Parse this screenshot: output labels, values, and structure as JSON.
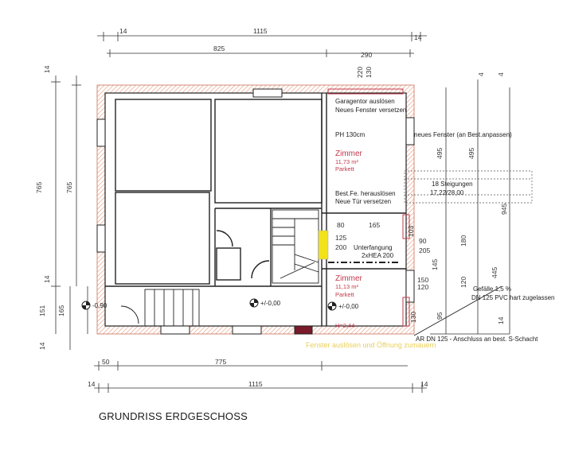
{
  "title": "GRUNDRISS ERDGESCHOSS",
  "dimensions": {
    "top_total": "1115",
    "top_left_wall": "14",
    "top_right_wall": "14",
    "top_left_part": "825",
    "top_right_part": "290",
    "top_small_1": "220",
    "top_small_2": "130",
    "bottom_left_small": "50",
    "bottom_mid": "775",
    "bottom_total": "1115",
    "bottom_left_wall": "14",
    "bottom_right_wall": "14",
    "left_outer_top": "14",
    "left_outer_765": "765",
    "left_inner_765": "765",
    "left_14_mid": "14",
    "left_151": "151",
    "left_165": "165",
    "left_14_bottom": "14",
    "stair_80": "80",
    "stair_165": "165",
    "stair_125": "125",
    "stair_200": "200",
    "right_103": "103",
    "right_90": "90",
    "right_205": "205",
    "right_145": "145",
    "right_150": "150",
    "right_120": "120",
    "right_130": "130",
    "right_col_4a": "4",
    "right_col_4b": "4",
    "right_col_495a": "495",
    "right_col_495b": "495",
    "right_col_945": "945",
    "right_col_180": "180",
    "right_col_120": "120",
    "right_col_445": "445",
    "right_col_95": "95",
    "right_col_14": "14"
  },
  "notes": {
    "garage_1": "Garagentor auslösen",
    "garage_2": "Neues Fenster versetzen",
    "ph": "PH 130cm",
    "new_window": "neues Fenster (an Best.anpassen)",
    "room1_name": "Zimmer",
    "room1_area": "11,73 m²",
    "room1_floor": "Parkett",
    "steps": "18 Steigungen",
    "steps_dim": "17,22/28,00",
    "best_1": "Best.Fe. herauslösen",
    "best_2": "Neue Tür versetzen",
    "unterfangung": "Unterfangung",
    "hea": "2xHEA 200",
    "room2_name": "Zimmer",
    "room2_area": "11,13 m²",
    "room2_floor": "Parkett",
    "level_left": "-0,90",
    "level_mid": "+/-0,00",
    "level_right": "+/-0,00",
    "height": "H=2,44",
    "gefaelle": "Gefälle 1,5 %",
    "dn_pvc": "DN 125 PVC hart zugelassen",
    "ar_dn": "AR DN 125 - Anschluss an best. S-Schacht",
    "fenster": "Fenster auslösen und Öffnung zumauern"
  },
  "colors": {
    "wall_hatch": "#e8a48a",
    "note_red": "#c0394b",
    "yellow_beam": "#f2e21b",
    "note_yellow": "#e8cf5a"
  }
}
